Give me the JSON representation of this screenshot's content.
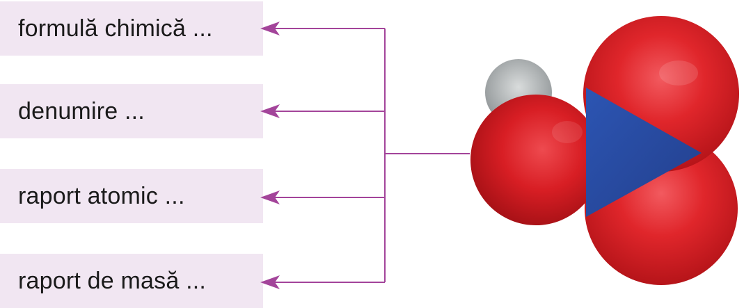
{
  "labels": [
    "formulă chimică ...",
    "denumire ...",
    "raport atomic ...",
    "raport de masă ..."
  ],
  "molecule": {
    "atoms": [
      {
        "element": "H",
        "color": "#b8bcbd"
      },
      {
        "element": "O",
        "color": "#e0262b"
      },
      {
        "element": "O",
        "color": "#e0262b"
      },
      {
        "element": "O",
        "color": "#e0262b"
      },
      {
        "element": "N",
        "color": "#2a4fa8"
      }
    ]
  },
  "colors": {
    "connector": "#a3449a",
    "label_background": "#f1e6f2",
    "oxygen": "#e0262b",
    "nitrogen": "#2a4fa8",
    "hydrogen": "#b8bcbd"
  }
}
